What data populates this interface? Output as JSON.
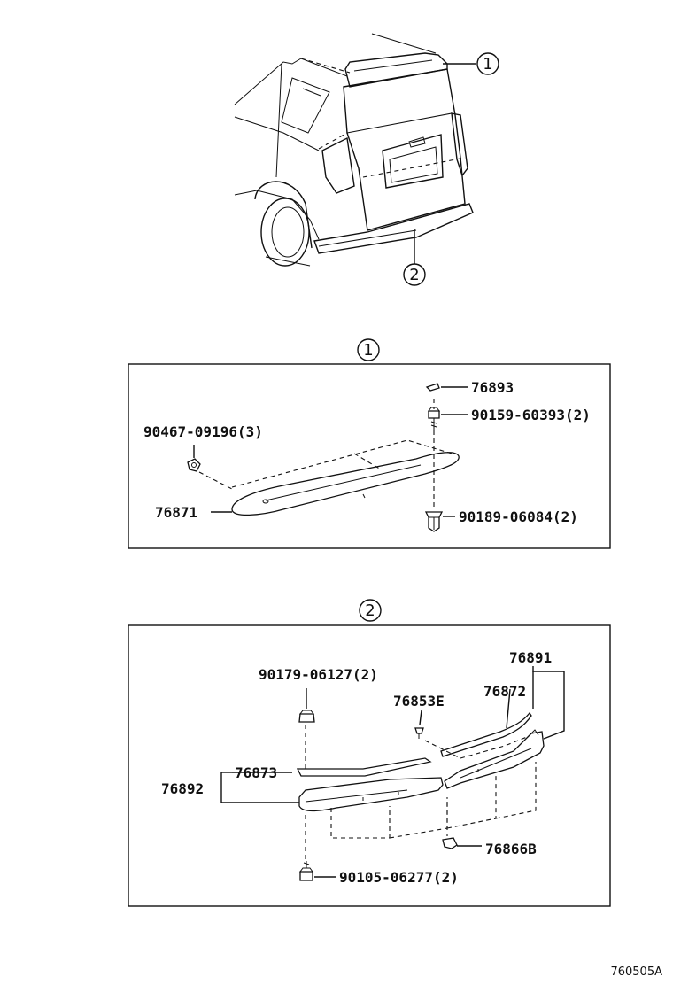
{
  "callouts": {
    "one": "1",
    "two": "2"
  },
  "section1": {
    "heading": "1",
    "labels": {
      "p76893": "76893",
      "p90159": "90159-60393(2)",
      "p90467": "90467-09196(3)",
      "p76871": "76871",
      "p90189": "90189-06084(2)"
    }
  },
  "section2": {
    "heading": "2",
    "labels": {
      "p76891": "76891",
      "p90179": "90179-06127(2)",
      "p76853e": "76853E",
      "p76872": "76872",
      "p76873": "76873",
      "p76892": "76892",
      "p76866b": "76866B",
      "p90105": "90105-06277(2)"
    }
  },
  "footer": {
    "code": "760505A"
  }
}
